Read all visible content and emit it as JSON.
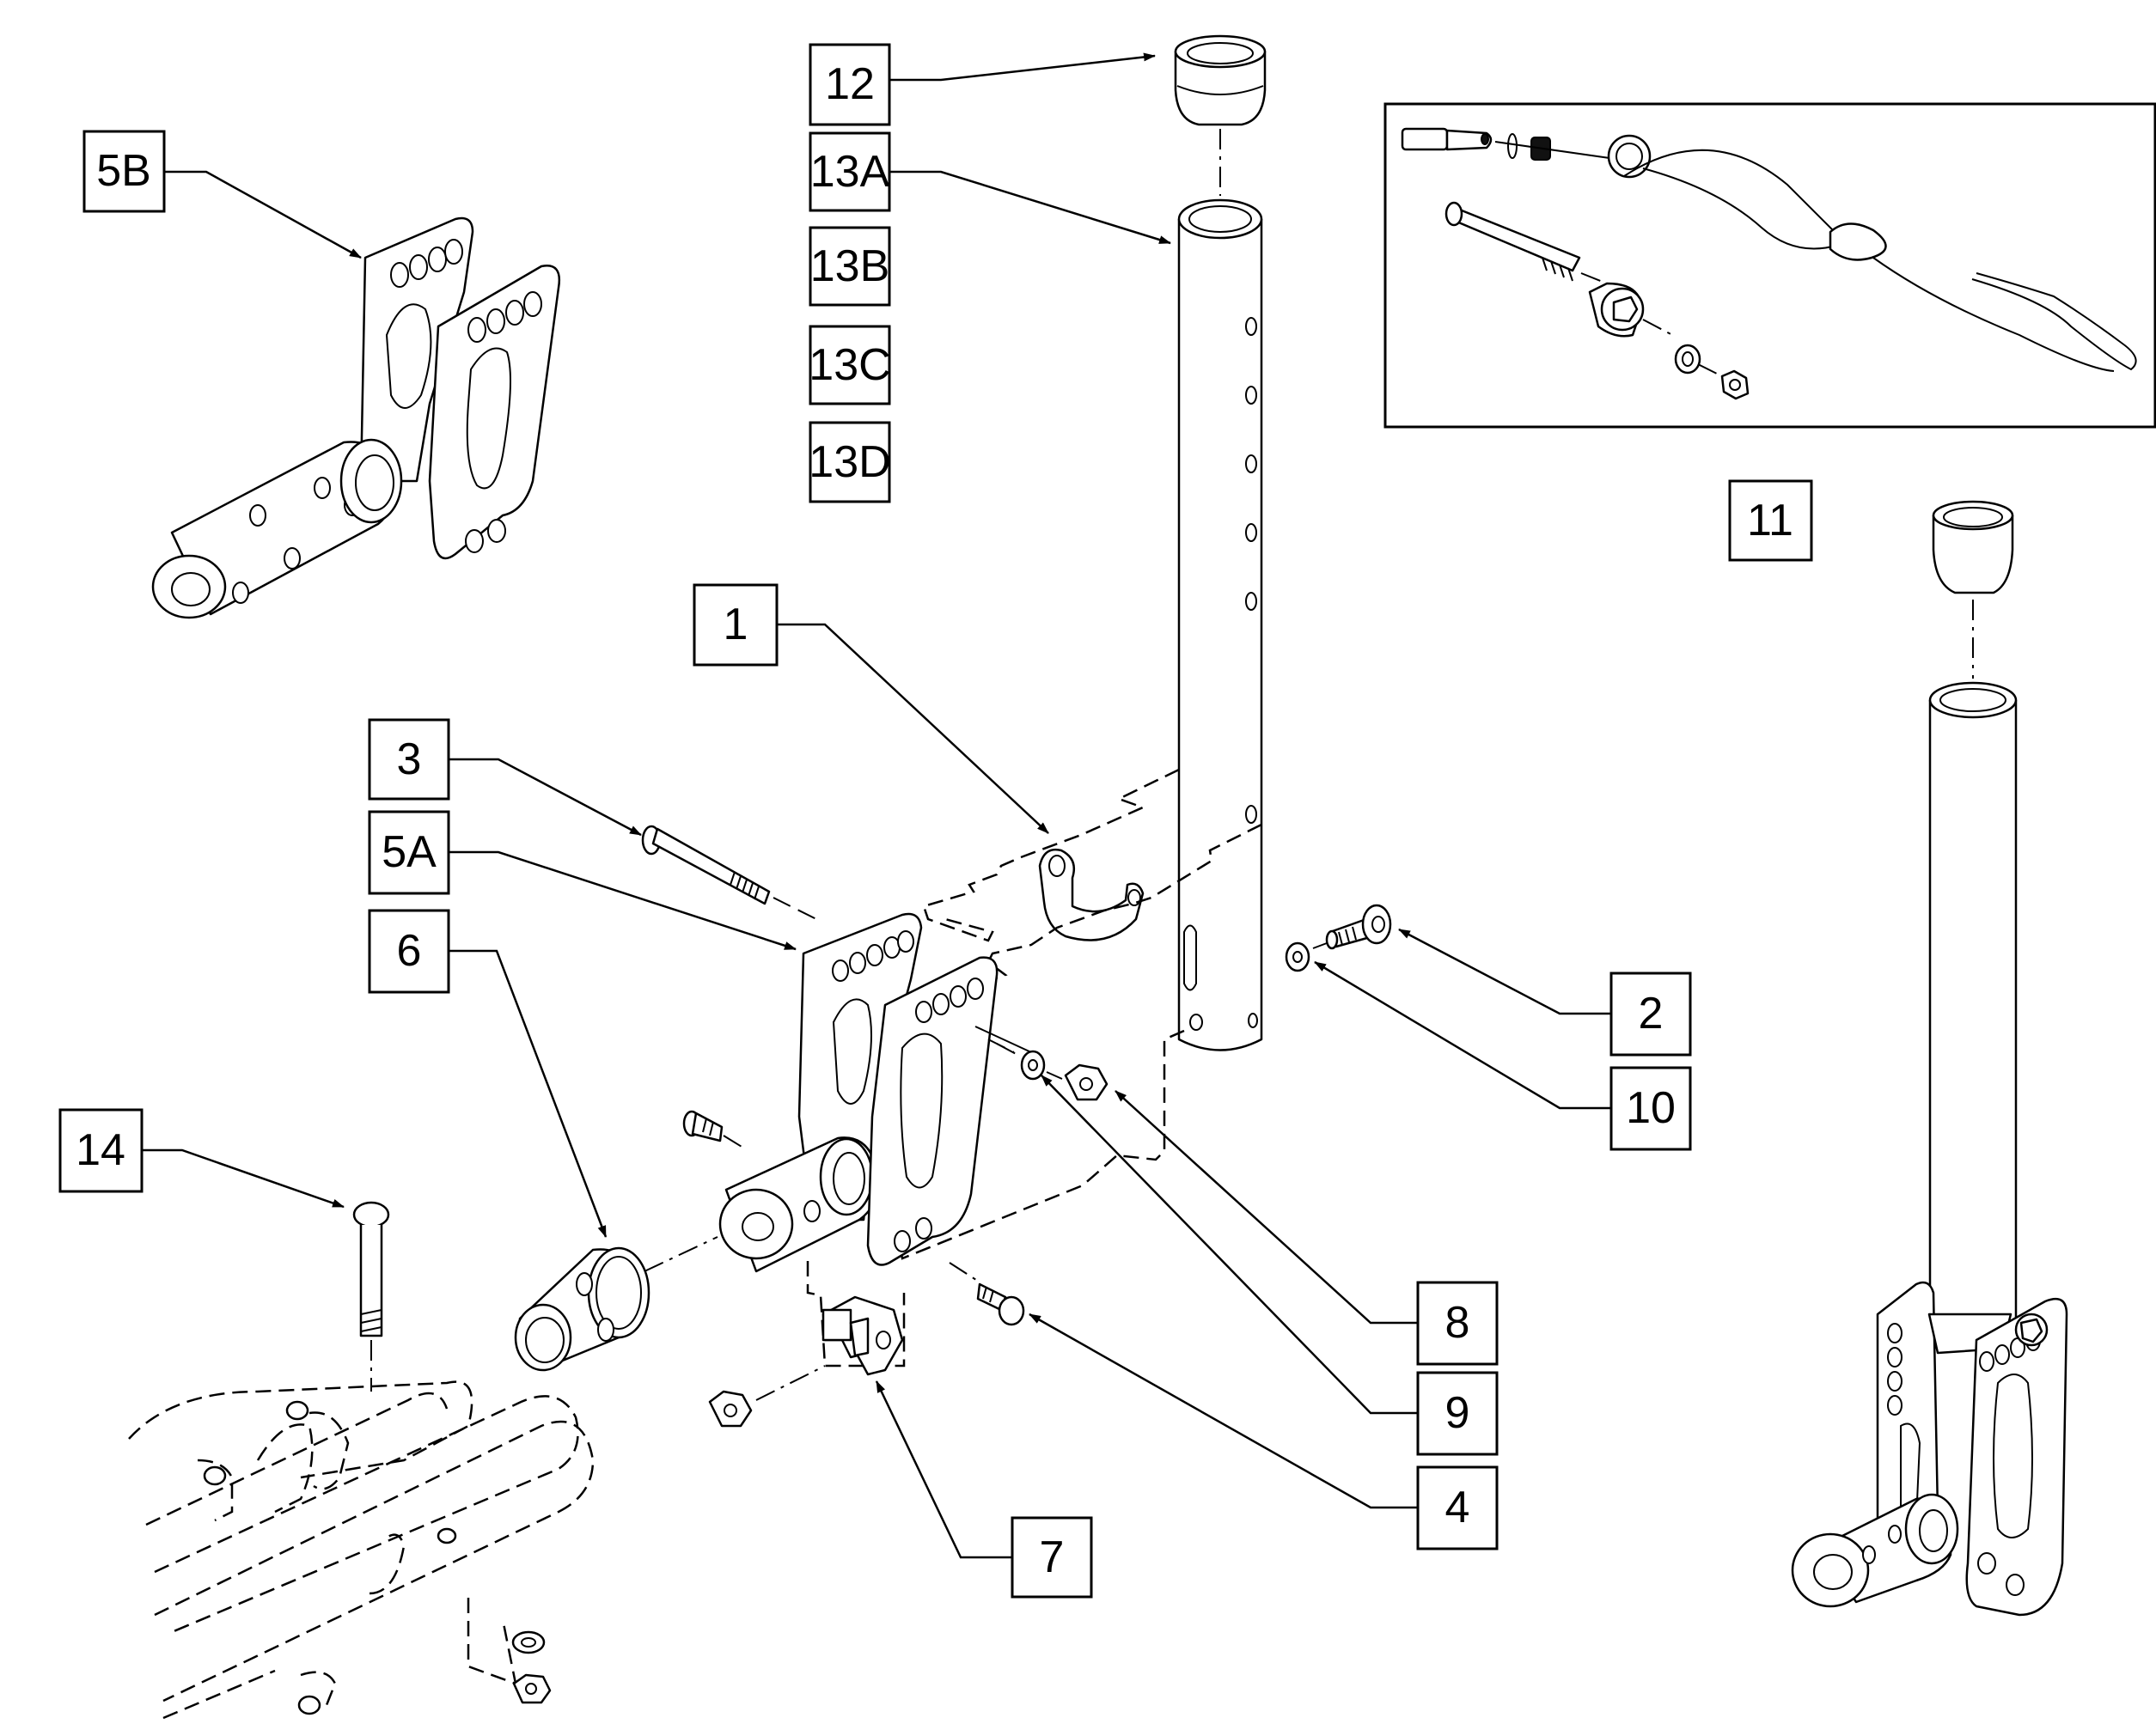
{
  "callouts": {
    "c1": "1",
    "c2": "2",
    "c3": "3",
    "c4": "4",
    "c5A": "5A",
    "c5B": "5B",
    "c6": "6",
    "c7": "7",
    "c8": "8",
    "c9": "9",
    "c10": "10",
    "c11": "11",
    "c12": "12",
    "c13A": "13A",
    "c13B": "13B",
    "c13C": "13C",
    "c13D": "13D",
    "c14": "14"
  },
  "colors": {
    "ink": "#000000",
    "paper": "#ffffff"
  }
}
